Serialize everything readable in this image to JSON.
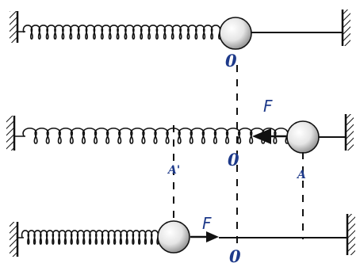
{
  "labels": {
    "equilibrium_top": "0",
    "equilibrium_middle": "0",
    "equilibrium_bottom": "0",
    "force_middle": "F",
    "force_bottom": "F",
    "amplitude_left": "A'",
    "amplitude_right": "A"
  },
  "colors": {
    "ink": "#111111",
    "label": "#1e3a8a",
    "ball_fill": "#e5e5e5",
    "ball_shade": "#9a9a9a"
  }
}
